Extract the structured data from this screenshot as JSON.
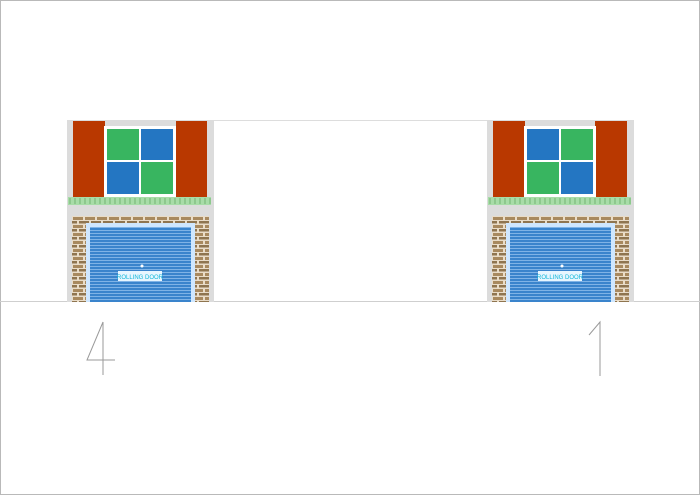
{
  "colors": {
    "background": "#ffffff",
    "frame": "#b9b9b9",
    "ground_line": "#cfcfcf",
    "wall": "#dcdcdc",
    "shutter": "#b93800",
    "window_frame": "#ffffff",
    "pane_green": "#38b560",
    "pane_blue": "#2476c2",
    "planter": "#a8dca8",
    "brick": "#a8895f",
    "door_border": "#cfe7ff",
    "door": "#3a84cc",
    "door_slat": "#7fb3e6",
    "door_label_bg": "#e8f6ff",
    "door_label_text": "#10b7d8",
    "number_stroke": "#9a9a9a"
  },
  "elevations": [
    {
      "id": "left",
      "number": "4",
      "door_label": "ROLLING DOOR",
      "panes": [
        "pane_green",
        "pane_blue",
        "pane_blue",
        "pane_green"
      ]
    },
    {
      "id": "right",
      "number": "1",
      "door_label": "ROLLING DOOR",
      "panes": [
        "pane_blue",
        "pane_green",
        "pane_green",
        "pane_blue"
      ]
    }
  ]
}
